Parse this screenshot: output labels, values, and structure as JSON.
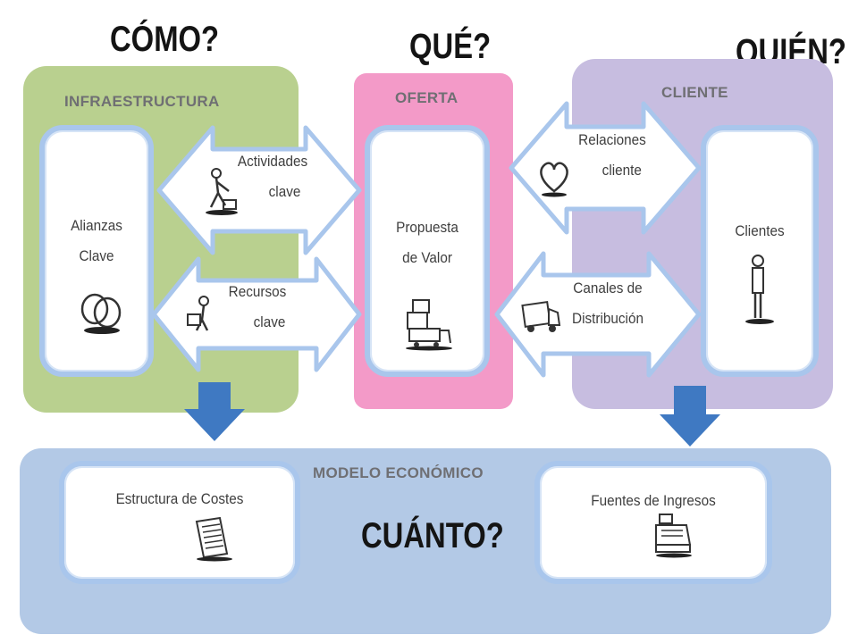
{
  "questions": {
    "como": "CÓMO?",
    "que": "QUÉ?",
    "quien": "QUIÉN?",
    "cuanto": "CUÁNTO?"
  },
  "panels": {
    "infraestructura": "INFRAESTRUCTURA",
    "oferta": "OFERTA",
    "cliente": "CLIENTE",
    "modelo_economico": "MODELO ECONÓMICO"
  },
  "blocks": {
    "alianzas_line1": "Alianzas",
    "alianzas_line2": "Clave",
    "propuesta_line1": "Propuesta",
    "propuesta_line2": "de Valor",
    "clientes": "Clientes",
    "costes": "Estructura de Costes",
    "ingresos": "Fuentes de Ingresos"
  },
  "arrows": {
    "actividades_line1": "Actividades",
    "actividades_line2": "clave",
    "recursos_line1": "Recursos",
    "recursos_line2": "clave",
    "relaciones_line1": "Relaciones",
    "relaciones_line2": "cliente",
    "canales_line1": "Canales de",
    "canales_line2": "Distribución"
  },
  "colors": {
    "infraestructura": "#b9d08f",
    "oferta": "#f39ac8",
    "cliente": "#c7bde0",
    "modelo_economico": "#b3c9e6",
    "card_border": "#a9c6ec",
    "down_arrow": "#3f79c2"
  },
  "icons": {
    "alianzas": "rings-icon",
    "actividades": "worker-icon",
    "recursos": "person-box-icon",
    "propuesta": "gift-cart-icon",
    "relaciones": "heart-icon",
    "canales": "truck-icon",
    "clientes": "person-icon",
    "costes": "receipt-icon",
    "ingresos": "cash-register-icon"
  }
}
